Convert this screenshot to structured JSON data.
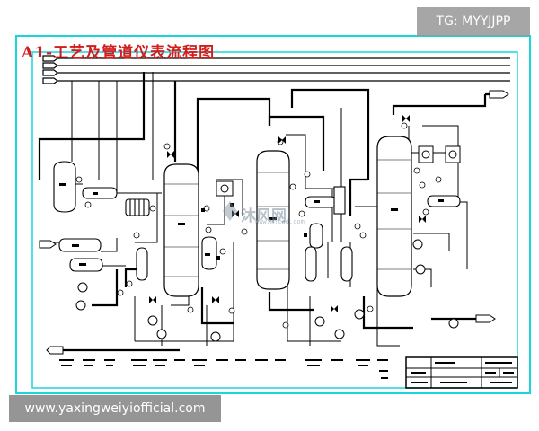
{
  "diagram": {
    "title": "A1-工艺及管道仪表流程图"
  },
  "overlays": {
    "tg_badge": "TG: MYYJJPP",
    "website": "www.yaxingweiyiofficial.com",
    "watermark": "沐风网",
    "watermark_url": "www.mfcad.com"
  },
  "colors": {
    "frame": "#19d6dc",
    "title": "#d21d1d",
    "lines": "#000000"
  }
}
